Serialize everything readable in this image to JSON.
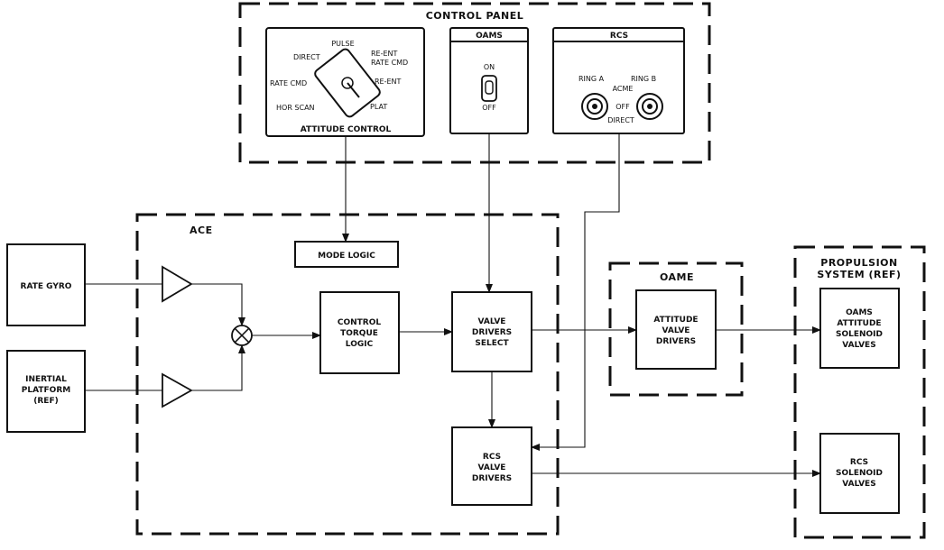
{
  "control_panel": {
    "title": "CONTROL PANEL",
    "attitude_control": {
      "caption": "ATTITUDE CONTROL",
      "positions": [
        "PULSE",
        "DIRECT",
        "RE-ENT",
        "RATE CMD",
        "RATE CMD",
        "RE-ENT",
        "HOR SCAN",
        "PLAT"
      ]
    },
    "oams": {
      "header": "OAMS",
      "on_label": "ON",
      "off_label": "OFF"
    },
    "rcs": {
      "header": "RCS",
      "ring_a": "RING A",
      "ring_b": "RING B",
      "acme": "ACME",
      "off": "OFF",
      "direct": "DIRECT"
    }
  },
  "ace": {
    "title": "ACE",
    "mode_logic": "MODE LOGIC",
    "control_torque_logic": [
      "CONTROL",
      "TORQUE",
      "LOGIC"
    ],
    "valve_drivers_select": [
      "VALVE",
      "DRIVERS",
      "SELECT"
    ],
    "rcs_valve_drivers": [
      "RCS",
      "VALVE",
      "DRIVERS"
    ]
  },
  "inputs": {
    "rate_gyro": "RATE GYRO",
    "inertial_platform": [
      "INERTIAL",
      "PLATFORM",
      "(REF)"
    ]
  },
  "oame": {
    "title": "OAME",
    "attitude_valve_drivers": [
      "ATTITUDE",
      "VALVE",
      "DRIVERS"
    ]
  },
  "propulsion": {
    "title": [
      "PROPULSION",
      "SYSTEM (REF)"
    ],
    "oams_valves": [
      "OAMS",
      "ATTITUDE",
      "SOLENOID",
      "VALVES"
    ],
    "rcs_valves": [
      "RCS",
      "SOLENOID",
      "VALVES"
    ]
  }
}
